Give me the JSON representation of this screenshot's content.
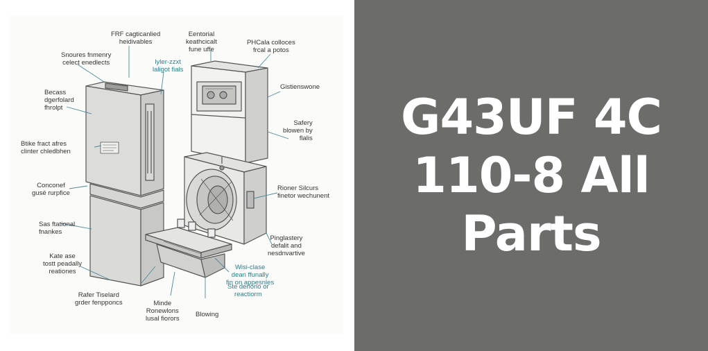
{
  "diagram": {
    "labels": {
      "frf": "FRF cagticanlied\nheidivables",
      "entorial": "Eentorial\nkeathcicalt\nfune uffe",
      "phcla": "PHCala colloces\nfrcal a potos",
      "snoures": "Snoures fnmenry\ncelect enedlects",
      "lyler": "lyler-zzxt\nlaligot fials",
      "becass": "Becass\ndgerfolard\nfhrolpt",
      "gistienswone": "Gistienswone",
      "safery": "Safery\nblowen by\nflalis",
      "btike": "Btike fract afres\nclinter chledbhen",
      "conconef": "Conconef\ngusé rurpfice",
      "rioner": "Rioner Silcurs\nfinetor wechunent",
      "sas": "Sas ftational\nfnankes",
      "pinglastery": "Pinglastery\ndefalit and\nnesdnvartive",
      "kate": "Kate ase\ntostt peadally\nreationes",
      "wisi": "Wisi-clase\ndean ffunally\nfin on appesnles",
      "ste": "Ste derlono or\nreactiorm",
      "rafer": "Rafer Tiselard\ngrder fenpponcs",
      "minde": "Minde\nRonewlons\nlusal fiorors",
      "blowing": "Blowing"
    }
  },
  "title": {
    "line1": "G43UF 4C",
    "line2": "110-8 All",
    "line3": "Parts"
  },
  "colors": {
    "title_background": "#6c6c6b",
    "title_text": "#ffffff",
    "teal_label": "#2a7e8a"
  }
}
